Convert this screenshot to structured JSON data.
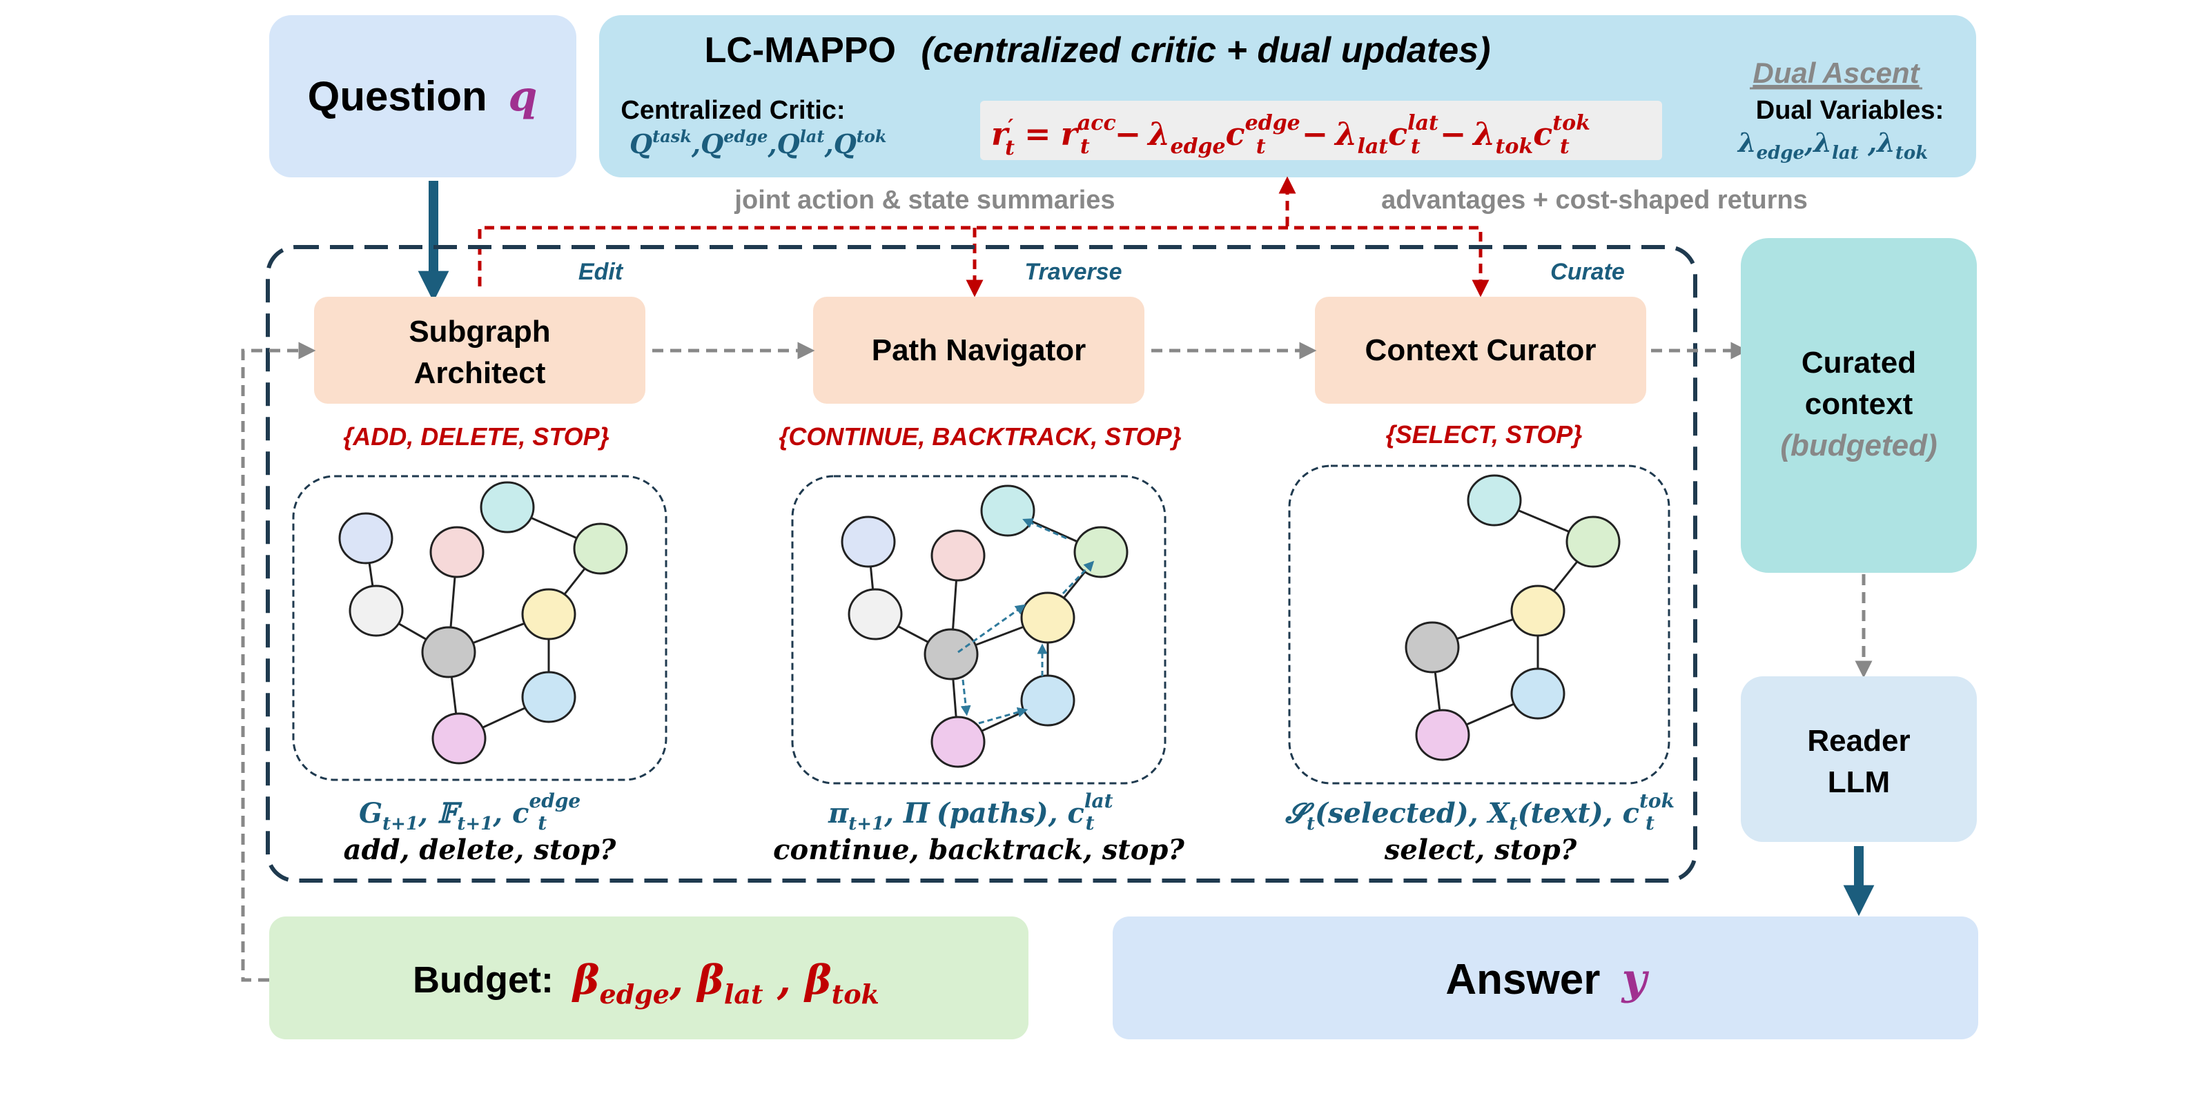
{
  "question": {
    "label": "Question",
    "var": "q"
  },
  "critic_panel": {
    "title": "LC-MAPPO",
    "subtitle": "(centralized critic + dual updates)",
    "critic_label": "Centralized Critic:",
    "critic_vars": {
      "q": "Q",
      "task": "task",
      "edge": "edge",
      "lat": "lat",
      "tok": "tok"
    },
    "dual_ascent": "Dual Ascent",
    "dual_label": "Dual Variables:",
    "lambda": "λ"
  },
  "reward": {
    "r": "r",
    "prime": "′",
    "t": "t",
    "acc": "acc",
    "eq": "=",
    "minus": "−",
    "lambda": "λ",
    "c": "c",
    "edge": "edge",
    "lat": "lat",
    "tok": "tok"
  },
  "flow_labels": {
    "left": "joint action & state summaries",
    "right": "advantages + cost-shaped returns"
  },
  "agents": [
    {
      "role": "Edit",
      "name_line1": "Subgraph",
      "name_line2": "Architect",
      "actions": "{ADD, DELETE, STOP}",
      "bottom": "add, delete, stop?"
    },
    {
      "role": "Traverse",
      "name_line1": "Path Navigator",
      "name_line2": "",
      "actions": "{CONTINUE, BACKTRACK, STOP}",
      "bottom": "continue, backtrack, stop?"
    },
    {
      "role": "Curate",
      "name_line1": "Context Curator",
      "name_line2": "",
      "actions": "{SELECT, STOP}",
      "bottom": "select, stop?"
    }
  ],
  "formulas": {
    "architect": {
      "G": "G",
      "F": "𝔽",
      "sub": "t+1",
      "c": "c",
      "t": "t",
      "sup": "edge"
    },
    "navigator": {
      "pi": "π",
      "sub": "t+1",
      "Pi": "Π",
      "paths": "(paths)",
      "c": "c",
      "t": "t",
      "sup": "lat"
    },
    "curator": {
      "S": "𝓢",
      "t": "t",
      "selected": "(selected)",
      "X": "X",
      "text": "(text)",
      "c": "c",
      "sup": "tok"
    }
  },
  "curated": {
    "line1": "Curated",
    "line2": "context",
    "line3": "(budgeted)"
  },
  "reader": {
    "line1": "Reader",
    "line2": "LLM"
  },
  "budget": {
    "label": "Budget:",
    "beta": "β",
    "edge": "edge",
    "lat": "lat",
    "tok": "tok"
  },
  "answer": {
    "label": "Answer",
    "var": "y"
  },
  "colors": {
    "question_bg": "#d6e6f9",
    "critic_bg": "#bfe3f1",
    "agent_bg": "#fbdfcc",
    "curated_bg": "#aee3e3",
    "reader_bg": "#d7e8f5",
    "budget_bg": "#d9f0d1",
    "answer_bg": "#d6e6f9",
    "dark_blue": "#1b5d7d",
    "red": "#c00000",
    "purple": "#a03090",
    "gray": "#888888",
    "dash_navy": "#1f3a4f"
  }
}
